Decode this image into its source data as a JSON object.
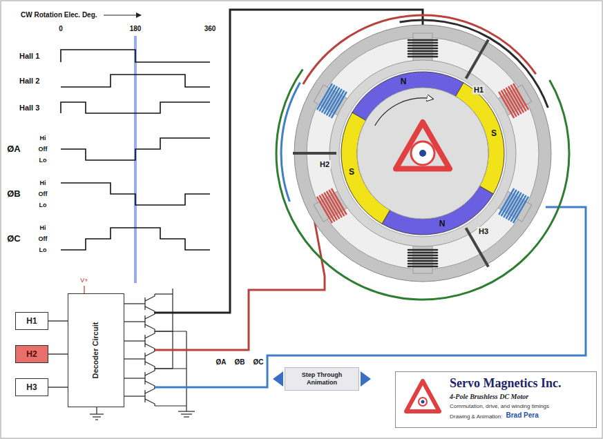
{
  "diagram": {
    "nodes": [
      {
        "text": [
          "H1"
        ]
      },
      {
        "text": [
          "H2"
        ]
      },
      {
        "text": [
          "H3"
        ]
      },
      {
        "text": [
          "Decoder Circuit"
        ]
      },
      {
        "text": [
          "Step Through Animation"
        ]
      },
      {
        "text": [
          "Servo Magnetics Inc.",
          "4-Pole Brushless DC Motor",
          "Commutation, drive, and winding timings",
          "Drawing & Animation:",
          "Brad Pera"
        ]
      }
    ],
    "edges": [
      {
        "from": 0,
        "to": 3,
        "arrow": "none"
      },
      {
        "from": 1,
        "to": 3,
        "arrow": "none"
      },
      {
        "from": 2,
        "to": 3,
        "arrow": "none"
      }
    ],
    "labels": [
      "CW Rotation Elec. Deg.",
      "0",
      "180",
      "360",
      "Hall 1",
      "Hall 2",
      "Hall 3",
      "ØA",
      "Hi",
      "Off",
      "Lo",
      "ØB",
      "Hi",
      "Off",
      "Lo",
      "ØC",
      "Hi",
      "Off",
      "Lo",
      "V+",
      "ØA",
      "ØB",
      "ØC",
      "N",
      "S",
      "S",
      "N",
      "H1",
      "H2",
      "H3"
    ]
  }
}
